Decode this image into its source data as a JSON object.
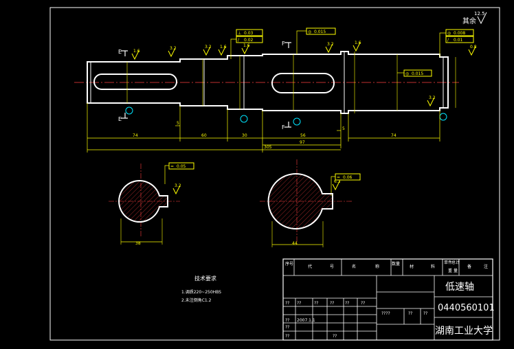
{
  "colors": {
    "background": "#000000",
    "outline": "#ffffff",
    "dimension": "#ffff00",
    "tolerance": "#ffff00",
    "centerline": "#ff4040",
    "datum_marker": "#00e5ff"
  },
  "drawing": {
    "surface_finish_note": "其余",
    "surface_finish_value": "12.5",
    "section_labels": {
      "e_top": "E",
      "e_bottom": "E",
      "f_top": "F",
      "f_bottom": "F"
    },
    "tolerance_frames": [
      {
        "symbol": "⊥",
        "value": "0.03"
      },
      {
        "symbol": "/",
        "value": "0.02"
      },
      {
        "symbol": "◎",
        "value": "0.015"
      },
      {
        "symbol": "◎",
        "value": "0.008"
      },
      {
        "symbol": "/",
        "value": "0.01"
      },
      {
        "symbol": "◎",
        "value": "0.015"
      },
      {
        "symbol": "=",
        "value": "0.05"
      },
      {
        "symbol": "=",
        "value": "0.06"
      }
    ],
    "roughness_marks": [
      "1.6",
      "3.2",
      "3.2",
      "1.6",
      "1.6",
      "3.2",
      "1.6",
      "0.8",
      "3.2",
      "3.2",
      "6.3"
    ],
    "dimensions": {
      "d1": "74",
      "d2": "60",
      "d3": "30",
      "d4": "56",
      "d5": "74",
      "d6": "97",
      "d7": "305",
      "d8": "5",
      "d9": "5",
      "section_e_width": "38",
      "section_f_width": "44"
    },
    "notes": {
      "title": "技术要求",
      "lines": [
        "1.调质220~250HBS",
        "2.未注倒角C1.2"
      ]
    }
  },
  "title_block": {
    "headers": [
      "序号",
      "代",
      "号",
      "名",
      "称",
      "数量",
      "材",
      "料",
      "单件",
      "总计",
      "重",
      "量",
      "备",
      "注"
    ],
    "part_name": "低速轴",
    "drawing_number": "0440560101",
    "school": "湖南工业大学",
    "date_label": "2007.1.1",
    "placeholders": [
      "??",
      "??",
      "??",
      "??",
      "??",
      "??",
      "??",
      "????",
      "??",
      "??",
      "??",
      "??",
      "??"
    ]
  }
}
